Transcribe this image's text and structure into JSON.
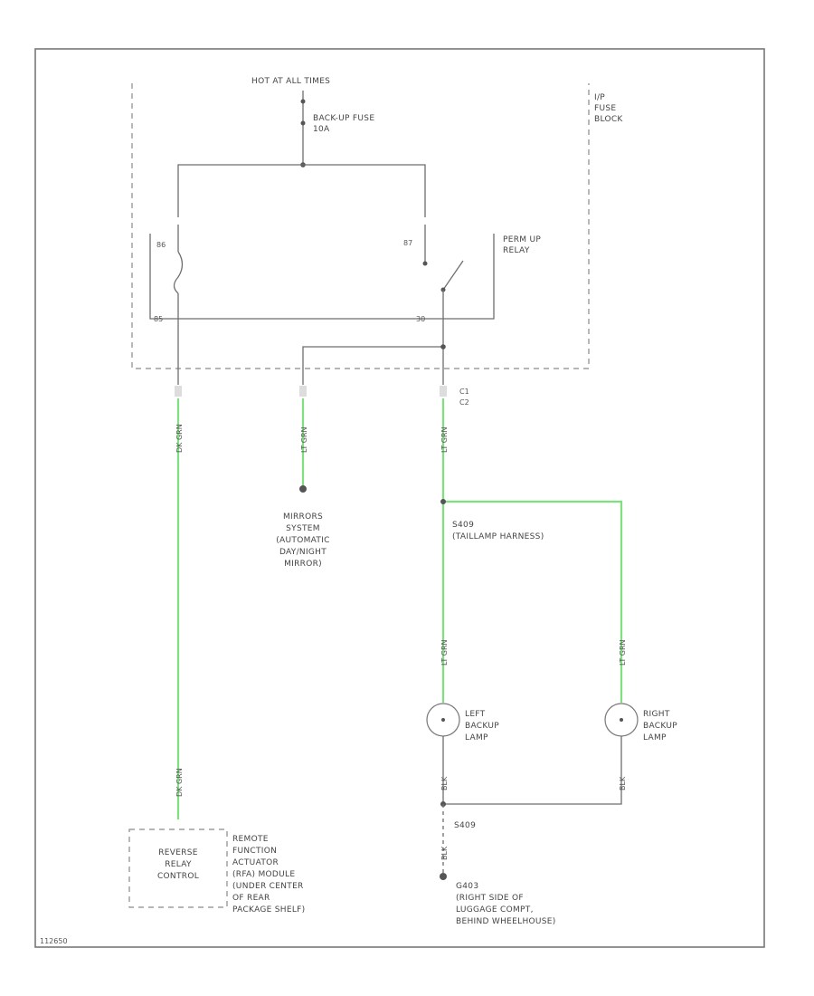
{
  "diagram": {
    "hot_label": "HOT AT ALL TIMES",
    "fuse": {
      "line1": "BACK-UP FUSE",
      "line2": "10A"
    },
    "fuse_block": {
      "line1": "I/P",
      "line2": "FUSE",
      "line3": "BLOCK"
    },
    "relay": {
      "line1": "PERM UP",
      "line2": "RELAY"
    },
    "pin_86": "86",
    "pin_87": "87",
    "pin_85": "85",
    "pin_30": "30",
    "conn": {
      "c1": "C1",
      "c2": "C2"
    },
    "wire_left_top": "DK GRN",
    "wire_left_bottom": "DK GRN",
    "wire_mid": "LT GRN",
    "wire_right": "LT GRN",
    "wire_lamp_left": "LT GRN",
    "wire_lamp_right": "LT GRN",
    "wire_ground_left": "BLK",
    "wire_ground_right": "BLK",
    "wire_ground_main": "BLK",
    "mirrors": {
      "line1": "MIRRORS",
      "line2": "SYSTEM",
      "line3": "(AUTOMATIC",
      "line4": "DAY/NIGHT",
      "line5": "MIRROR)"
    },
    "splice_top": {
      "line1": "S409",
      "line2": "(TAILLAMP HARNESS)"
    },
    "left_lamp": {
      "line1": "LEFT",
      "line2": "BACKUP",
      "line3": "LAMP"
    },
    "right_lamp": {
      "line1": "RIGHT",
      "line2": "BACKUP",
      "line3": "LAMP"
    },
    "splice_bottom": "S409",
    "ground": {
      "line1": "G403",
      "line2": "(RIGHT SIDE OF",
      "line3": "LUGGAGE COMPT,",
      "line4": "BEHIND WHEELHOUSE)"
    },
    "reverse_box": {
      "line1": "REVERSE",
      "line2": "RELAY",
      "line3": "CONTROL"
    },
    "rfa": {
      "line1": "REMOTE",
      "line2": "FUNCTION",
      "line3": "ACTUATOR",
      "line4": "(RFA) MODULE",
      "line5": "(UNDER CENTER",
      "line6": "OF REAR",
      "line7": "PACKAGE SHELF)"
    },
    "figure_id": "112650",
    "colors": {
      "wire_green": "#7ee07e",
      "wire_gray": "#6e6e6e",
      "frame": "#8a8a8a"
    }
  }
}
